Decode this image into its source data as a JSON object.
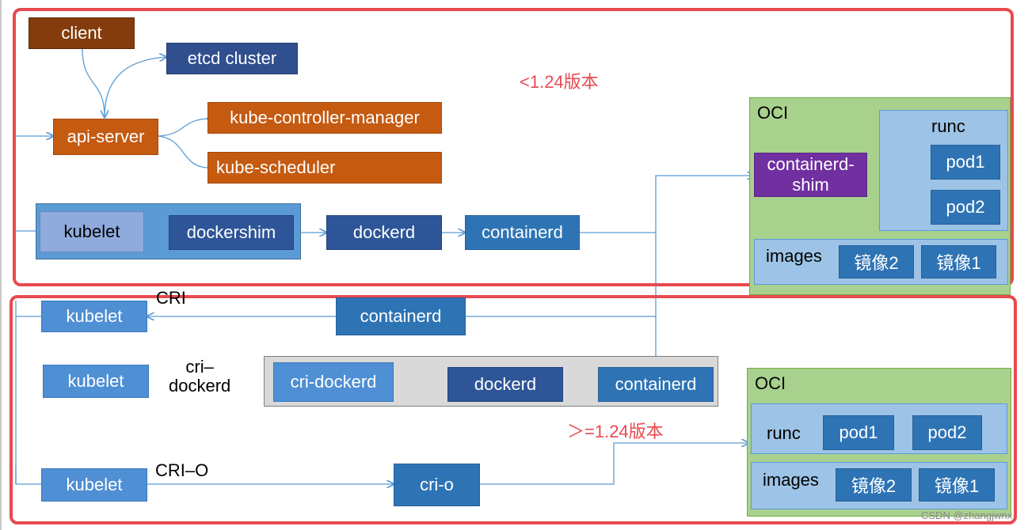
{
  "top": {
    "version_label": "<1.24版本",
    "client": "client",
    "etcd": "etcd  cluster",
    "api_server": "api-server",
    "controller_manager": "kube-controller-manager",
    "scheduler": "kube-scheduler",
    "kubelet": "kubelet",
    "dockershim": "dockershim",
    "dockerd": "dockerd",
    "containerd": "containerd",
    "oci": {
      "title": "OCI",
      "shim": "containerd-\nshim",
      "runc": "runc",
      "pod1": "pod1",
      "pod2": "pod2",
      "images": "images",
      "image2": "镜像2",
      "image1": "镜像1"
    }
  },
  "bottom": {
    "version_label": "＞=1.24版本",
    "row1": {
      "kubelet": "kubelet",
      "label": "CRI",
      "containerd": "containerd"
    },
    "row2": {
      "kubelet": "kubelet",
      "label": "cri–\ndockerd",
      "cri_dockerd": "cri-dockerd",
      "dockerd": "dockerd",
      "containerd": "containerd"
    },
    "row3": {
      "kubelet": "kubelet",
      "label": "CRI–O",
      "crio": "cri-o"
    },
    "oci": {
      "title": "OCI",
      "runc": "runc",
      "pod1": "pod1",
      "pod2": "pod2",
      "images": "images",
      "image2": "镜像2",
      "image1": "镜像1"
    }
  },
  "watermark": "CSDN @zhangjwnx"
}
